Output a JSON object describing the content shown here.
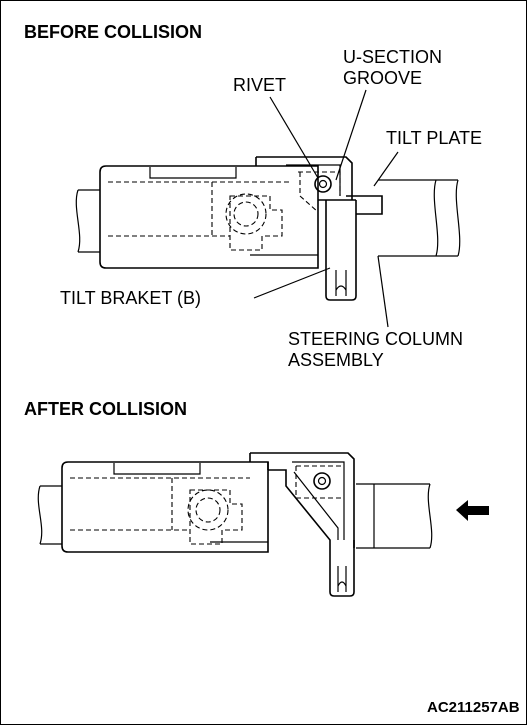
{
  "headers": {
    "before": "BEFORE COLLISION",
    "after": "AFTER COLLISION"
  },
  "labels": {
    "rivet": "RIVET",
    "u_section_line1": "U-SECTION",
    "u_section_line2": "GROOVE",
    "tilt_plate": "TILT PLATE",
    "tilt_braket": "TILT BRAKET (B)",
    "steering_line1": "STEERING COLUMN",
    "steering_line2": "ASSEMBLY"
  },
  "figure_code": "AC211257AB",
  "icons": {
    "direction": "arrow-left-icon"
  }
}
